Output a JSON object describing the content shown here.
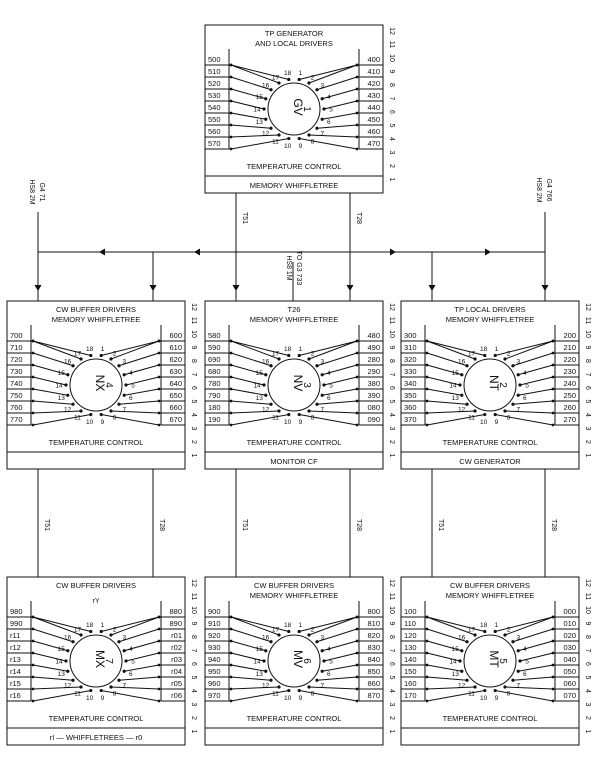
{
  "panels": [
    {
      "id": "gv",
      "title": [
        "TP GENERATOR",
        "AND LOCAL DRIVERS"
      ],
      "sub": "",
      "bottom": [
        "TEMPERATURE CONTROL",
        "MEMORY WHIFFLETREE"
      ],
      "center": [
        "GV",
        "1"
      ],
      "left": [
        "500",
        "510",
        "520",
        "530",
        "540",
        "550",
        "560",
        "570"
      ],
      "right": [
        "400",
        "410",
        "420",
        "430",
        "440",
        "450",
        "460",
        "470"
      ]
    },
    {
      "id": "nx",
      "title": [
        "CW BUFFER DRIVERS",
        "MEMORY WHIFFLETREE"
      ],
      "sub": "",
      "bottom": [
        "TEMPERATURE CONTROL",
        ""
      ],
      "center": [
        "NX",
        "4"
      ],
      "left": [
        "700",
        "710",
        "720",
        "730",
        "740",
        "750",
        "760",
        "770"
      ],
      "right": [
        "600",
        "610",
        "620",
        "630",
        "640",
        "650",
        "660",
        "670"
      ]
    },
    {
      "id": "nv",
      "title": [
        "T26",
        "MEMORY WHIFFLETREE"
      ],
      "sub": "",
      "bottom": [
        "TEMPERATURE CONTROL",
        "MONITOR CF"
      ],
      "center": [
        "NV",
        "3"
      ],
      "left": [
        "580",
        "590",
        "690",
        "680",
        "780",
        "790",
        "180",
        "190"
      ],
      "right": [
        "480",
        "490",
        "280",
        "290",
        "380",
        "390",
        "080",
        "090"
      ]
    },
    {
      "id": "nt",
      "title": [
        "TP LOCAL DRIVERS",
        "MEMORY WHIFFLETREE"
      ],
      "sub": "",
      "bottom": [
        "TEMPERATURE CONTROL",
        "CW GENERATOR"
      ],
      "center": [
        "NT",
        "2"
      ],
      "left": [
        "300",
        "310",
        "320",
        "330",
        "340",
        "350",
        "360",
        "370"
      ],
      "right": [
        "200",
        "210",
        "220",
        "230",
        "240",
        "250",
        "260",
        "270"
      ]
    },
    {
      "id": "mx",
      "title": [
        "CW BUFFER DRIVERS",
        ""
      ],
      "sub": "rY",
      "bottom": [
        "TEMPERATURE CONTROL",
        "rI — WHIFFLETREES — r0"
      ],
      "center": [
        "MX",
        "7"
      ],
      "left": [
        "980",
        "990",
        "r11",
        "r12",
        "r13",
        "r14",
        "r15",
        "r16"
      ],
      "right": [
        "880",
        "890",
        "r01",
        "r02",
        "r03",
        "r04",
        "r05",
        "r06"
      ]
    },
    {
      "id": "mv",
      "title": [
        "CW BUFFER DRIVERS",
        "MEMORY WHIFFLETREE"
      ],
      "sub": "",
      "bottom": [
        "TEMPERATURE CONTROL",
        ""
      ],
      "center": [
        "MV",
        "6"
      ],
      "left": [
        "900",
        "910",
        "920",
        "930",
        "940",
        "950",
        "960",
        "970"
      ],
      "right": [
        "800",
        "810",
        "820",
        "830",
        "840",
        "850",
        "860",
        "870"
      ]
    },
    {
      "id": "mt",
      "title": [
        "CW BUFFER DRIVERS",
        "MEMORY WHIFFLETREE"
      ],
      "sub": "",
      "bottom": [
        "TEMPERATURE CONTROL",
        ""
      ],
      "center": [
        "MT",
        "5"
      ],
      "left": [
        "100",
        "110",
        "120",
        "130",
        "140",
        "150",
        "160",
        "170"
      ],
      "right": [
        "000",
        "010",
        "020",
        "030",
        "040",
        "050",
        "060",
        "070"
      ]
    }
  ],
  "edge_numbers": [
    "12",
    "11",
    "10",
    "9",
    "8",
    "7",
    "6",
    "5",
    "4",
    "3",
    "2",
    "1"
  ],
  "pins": [
    "1",
    "2",
    "3",
    "4",
    "5",
    "6",
    "7",
    "8",
    "9",
    "10",
    "11",
    "12",
    "13",
    "14",
    "15",
    "16",
    "17",
    "18"
  ],
  "wires": {
    "left_feed": [
      "HS8 2M",
      "G4 71"
    ],
    "right_feed": [
      "HS8 2M",
      "G4 766"
    ],
    "center_feed": [
      "HS8 1M",
      "TO G3 733"
    ],
    "t51": "T51",
    "t28": "T28"
  }
}
